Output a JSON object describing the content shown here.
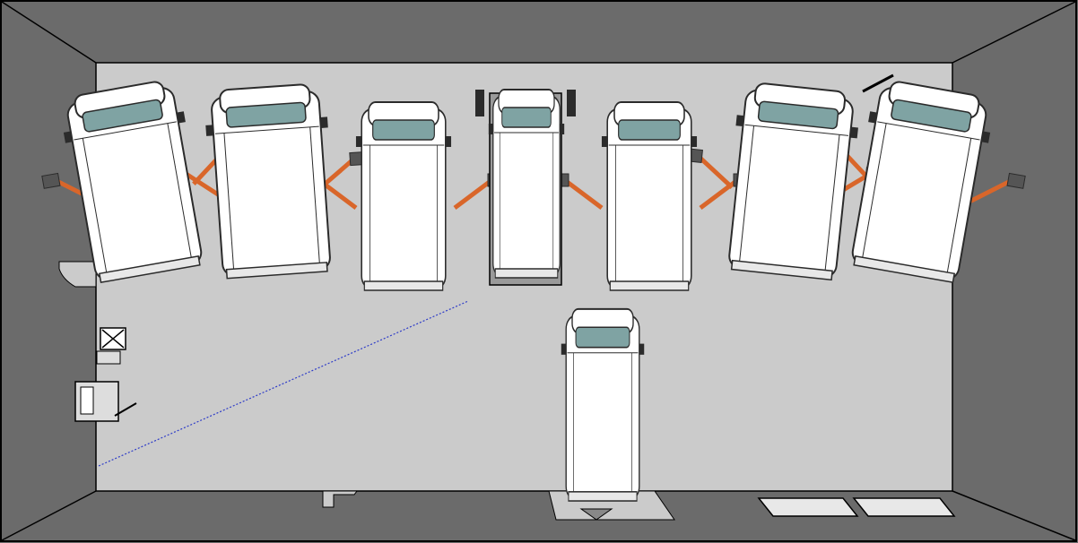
{
  "colors": {
    "walls": "#6b6b6b",
    "floor": "#cbcbcb",
    "van_body": "#ffffff",
    "van_glass": "#7fa3a3",
    "lift_arm": "#d9662a",
    "dark": "#2b2b2b",
    "guide_line": "#2e3cc8"
  },
  "vans": [
    {
      "name": "van-bay-1",
      "angle": -10
    },
    {
      "name": "van-bay-2",
      "angle": -4
    },
    {
      "name": "van-bay-3",
      "angle": 0
    },
    {
      "name": "van-bay-4",
      "angle": 0
    },
    {
      "name": "van-bay-5",
      "angle": 0
    },
    {
      "name": "van-bay-6",
      "angle": 6
    },
    {
      "name": "van-bay-7",
      "angle": 10
    },
    {
      "name": "van-parked-center",
      "angle": 0
    }
  ]
}
